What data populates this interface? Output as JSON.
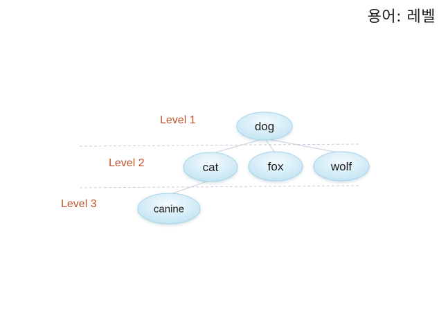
{
  "title": "용어: 레벨",
  "levels": [
    {
      "label": "Level 1"
    },
    {
      "label": "Level 2"
    },
    {
      "label": "Level 3"
    }
  ],
  "nodes": [
    {
      "id": "dog",
      "label": "dog",
      "level": 1
    },
    {
      "id": "cat",
      "label": "cat",
      "level": 2
    },
    {
      "id": "fox",
      "label": "fox",
      "level": 2
    },
    {
      "id": "wolf",
      "label": "wolf",
      "level": 2
    },
    {
      "id": "canine",
      "label": "canine",
      "level": 3
    }
  ],
  "edges": [
    {
      "from": "dog",
      "to": "cat"
    },
    {
      "from": "dog",
      "to": "fox"
    },
    {
      "from": "dog",
      "to": "wolf"
    },
    {
      "from": "cat",
      "to": "canine"
    }
  ],
  "colors": {
    "level_label": "#c0522a",
    "node_fill_light": "#f4fbfe",
    "node_fill_dark": "#bfe3f3",
    "node_stroke": "#a8d4e8",
    "edge": "#cfd6de",
    "divider": "#d8c4dc"
  }
}
